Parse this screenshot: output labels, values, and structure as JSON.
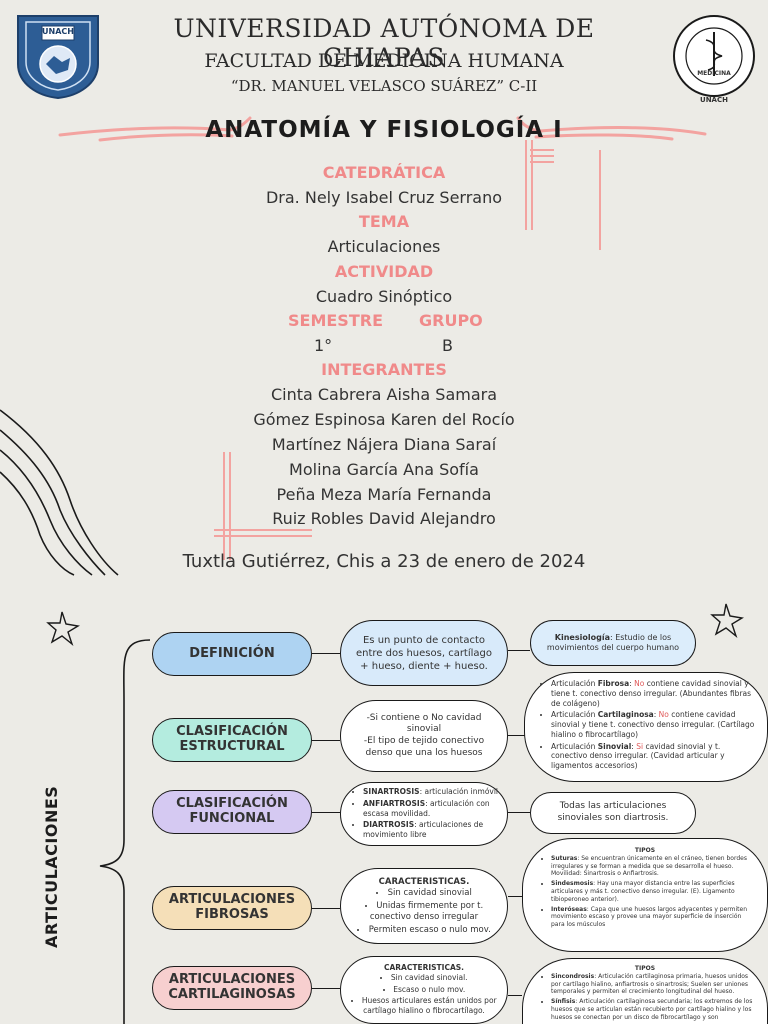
{
  "header": {
    "university": "UNIVERSIDAD AUTÓNOMA DE CHIAPAS",
    "faculty": "FACULTAD DE MEDICINA HUMANA",
    "campus": "“DR. MANUEL VELASCO SUÁREZ” C-II",
    "subject": "ANATOMÍA Y FISIOLOGÍA I",
    "logo_left_text": "UNACH",
    "logo_right_text": "UNACH",
    "logo_right_inner": "MEDICINA"
  },
  "cover": {
    "catedratica_label": "CATEDRÁTICA",
    "catedratica": "Dra. Nely Isabel Cruz Serrano",
    "tema_label": "TEMA",
    "tema": "Articulaciones",
    "actividad_label": "ACTIVIDAD",
    "actividad": "Cuadro Sinóptico",
    "semestre_label": "SEMESTRE",
    "grupo_label": "GRUPO",
    "semestre": "1°",
    "grupo": "B",
    "integrantes_label": "INTEGRANTES",
    "integrantes": [
      "Cinta Cabrera Aisha Samara",
      "Gómez Espinosa Karen del Rocío",
      "Martínez Nájera Diana Saraí",
      "Molina García Ana Sofía",
      "Peña Meza María Fernanda",
      "Ruiz Robles David Alejandro"
    ],
    "place_date": "Tuxtla Gutiérrez, Chis a 23 de enero de 2024"
  },
  "diagram": {
    "root": "ARTICULACIONES",
    "definicion": {
      "title": "DEFINICIÓN",
      "text": "Es un punto de contacto entre dos huesos, cartílago + hueso, diente + hueso.",
      "kin_term": "Kinesiología",
      "kin_text": ": Estudio de los movimientos del cuerpo humano"
    },
    "estructural": {
      "title": "CLASIFICACIÓN ESTRUCTURAL",
      "lines": [
        "-Si contiene o No cavidad sinovial",
        "-El tipo de tejido conectivo denso que una los huesos"
      ],
      "items": [
        {
          "pre": "Articulación ",
          "term": "Fibrosa",
          "sep": ": ",
          "neg": "No",
          "rest": " contiene cavidad sinovial y tiene t. conectivo denso irregular. (Abundantes fibras de colágeno)"
        },
        {
          "pre": "Articulación ",
          "term": "Cartilaginosa",
          "sep": ": ",
          "neg": "No",
          "rest": " contiene cavidad sinovial y tiene t. conectivo denso irregular. (Cartílago hialino o fibrocartílago)"
        },
        {
          "pre": "Articulación ",
          "term": "Sinovial",
          "sep": ": ",
          "neg": "Si",
          "rest": " cavidad sinovial y t. conectivo denso irregular. (Cavidad articular y ligamentos accesorios)"
        }
      ]
    },
    "funcional": {
      "title": "CLASIFICACIÓN FUNCIONAL",
      "items": [
        {
          "term": "SINARTROSIS",
          "text": ": articulación inmóvil"
        },
        {
          "term": "ANFIARTROSIS",
          "text": ": articulación con escasa movilidad."
        },
        {
          "term": "DIARTROSIS",
          "text": ": articulaciones de movimiento libre"
        }
      ],
      "note": "Todas las articulaciones sinoviales son diartrosis."
    },
    "fibrosas": {
      "title": "ARTICULACIONES FIBROSAS",
      "car_label": "CARACTERISTICAS.",
      "car": [
        "Sin cavidad sinovial",
        "Unidas firmemente por t. conectivo denso irregular",
        "Permiten escaso o nulo mov."
      ],
      "tipos_label": "TIPOS",
      "tipos": [
        {
          "term": "Suturas",
          "text": ": Se encuentran únicamente en el cráneo, tienen bordes irregulares y se forman a medida que se desarrolla el hueso. Movilidad: Sinartrosis o Anfiartrosis."
        },
        {
          "term": "Sindesmosis",
          "text": ": Hay una mayor distancia entre las superficies articulares y más t. conectivo denso irregular. (E). Ligamento tibioperoneo anterior)."
        },
        {
          "term": "Interóseas",
          "text": ": Capa que une huesos largos adyacentes y permiten movimiento escaso y provee una mayor superficie de inserción para los músculos"
        }
      ]
    },
    "cartilaginosas": {
      "title": "ARTICULACIONES CARTILAGINOSAS",
      "car_label": "CARACTERISTICAS.",
      "car": [
        "Sin cavidad sinovial.",
        "Escaso o nulo mov.",
        "Huesos articulares están unidos por cartílago hialino o fibrocartílago."
      ],
      "tipos_label": "TIPOS",
      "tipos": [
        {
          "term": "Sincondrosis",
          "text": ": Articulación cartilaginosa primaria, huesos unidos por cartílago hialino, anfiartrosis o sinartrosis; Suelen ser uniones temporales y permiten el crecimiento longitudinal del hueso."
        },
        {
          "term": "Sínfisis",
          "text": ": Articulación cartilaginosa secundaria; los extremos de los huesos que se articulan están recubierto por cartílago hialino y los huesos se conectan por un disco de fibrocartílago y son"
        }
      ]
    },
    "colors": {
      "definicion": "#aed3f2",
      "estructural": "#b4ecdf",
      "funcional": "#d5c9f2",
      "fibrosas": "#f5dfb8",
      "cartilaginosas": "#f7cfcf",
      "defin_oval": "#d8eafa",
      "kin_oval": "#dcedfb",
      "accent": "#f08a8a"
    }
  }
}
